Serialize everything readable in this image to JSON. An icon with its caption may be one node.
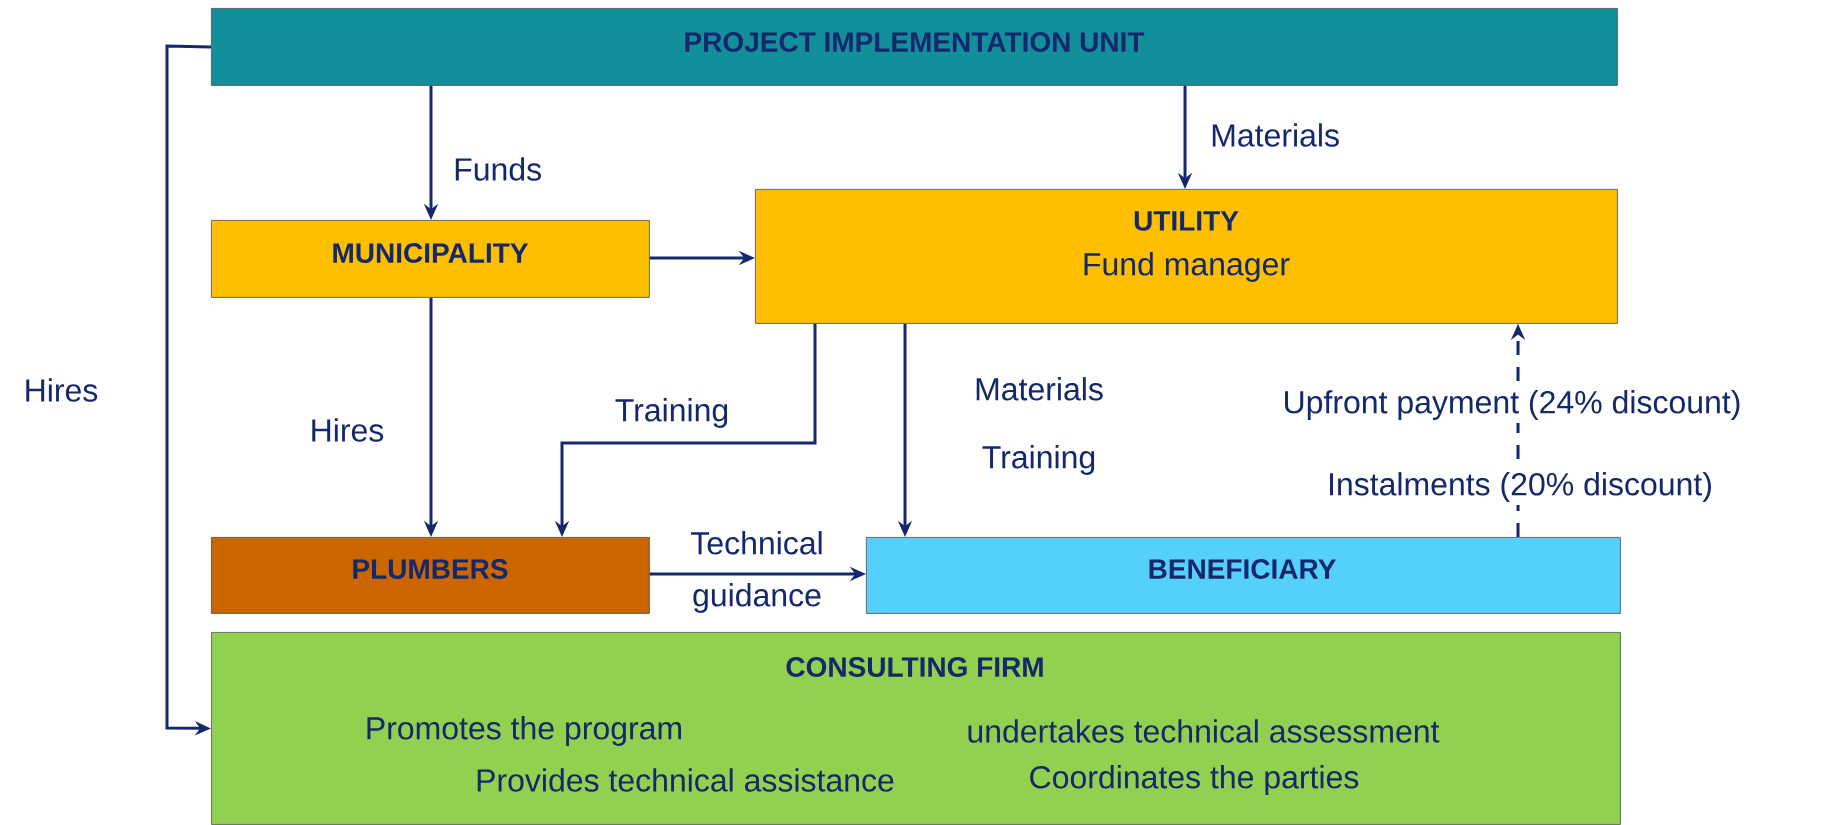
{
  "diagram": {
    "nodes": [
      {
        "text": [
          "PROJECT IMPLEMENTATION UNIT"
        ]
      },
      {
        "text": [
          "MUNICIPALITY"
        ]
      },
      {
        "text": [
          "UTILITY",
          "Fund manager"
        ]
      },
      {
        "text": [
          "PLUMBERS"
        ]
      },
      {
        "text": [
          "BENEFICIARY"
        ]
      },
      {
        "text": [
          "CONSULTING FIRM",
          "Promotes the program",
          "undertakes technical assessment",
          "Provides technical assistance",
          "Coordinates the parties"
        ]
      }
    ],
    "edges": [
      {
        "from": 0,
        "to": 1,
        "arrow": "to",
        "label": "Funds"
      },
      {
        "from": 0,
        "to": 2,
        "arrow": "to",
        "label": "Materials"
      },
      {
        "from": 1,
        "to": 2,
        "arrow": "to"
      },
      {
        "from": 1,
        "to": 3,
        "arrow": "to",
        "label": "Hires"
      },
      {
        "from": 2,
        "to": 3,
        "arrow": "to",
        "label": "Training"
      },
      {
        "from": 2,
        "to": 4,
        "arrow": "to",
        "label": "Materials Training"
      },
      {
        "from": 3,
        "to": 4,
        "arrow": "to",
        "label": "Technical guidance"
      },
      {
        "from": 4,
        "to": 2,
        "arrow": "to",
        "label": "Upfront payment (24% discount)",
        "style": "dashed"
      },
      {
        "from": 0,
        "to": 5,
        "arrow": "to",
        "label": "Hires"
      }
    ],
    "labels": [
      "Instalments (20% discount)"
    ]
  }
}
